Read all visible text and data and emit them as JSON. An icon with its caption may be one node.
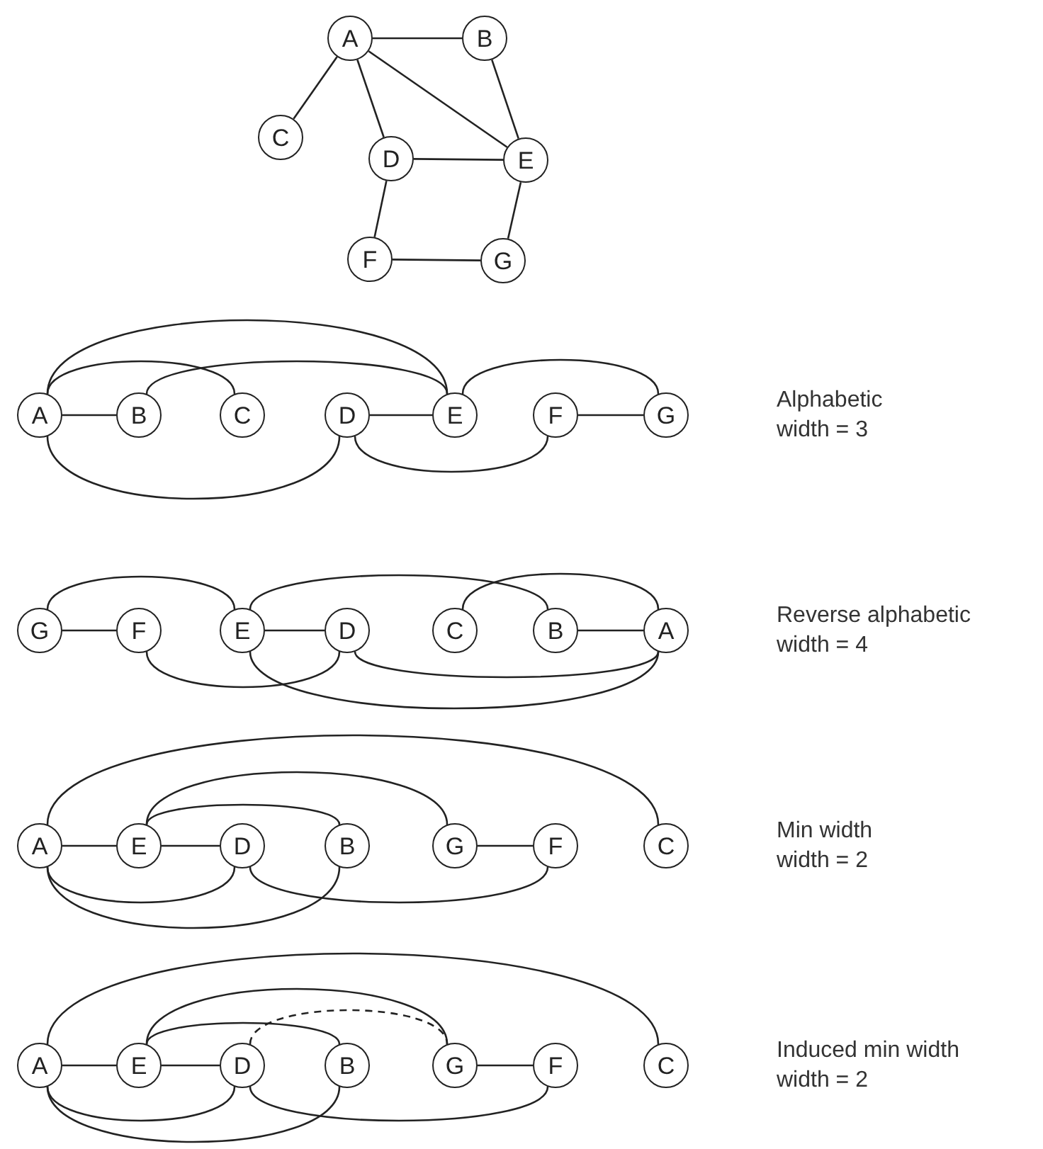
{
  "diagram": {
    "nodes": [
      {
        "text": [
          "A"
        ]
      },
      {
        "text": [
          "B"
        ]
      },
      {
        "text": [
          "C"
        ]
      },
      {
        "text": [
          "D"
        ]
      },
      {
        "text": [
          "E"
        ]
      },
      {
        "text": [
          "F"
        ]
      },
      {
        "text": [
          "G"
        ]
      },
      {
        "text": [
          "A"
        ]
      },
      {
        "text": [
          "B"
        ]
      },
      {
        "text": [
          "C"
        ]
      },
      {
        "text": [
          "D"
        ]
      },
      {
        "text": [
          "E"
        ]
      },
      {
        "text": [
          "F"
        ]
      },
      {
        "text": [
          "G"
        ]
      },
      {
        "text": [
          "G"
        ]
      },
      {
        "text": [
          "F"
        ]
      },
      {
        "text": [
          "E"
        ]
      },
      {
        "text": [
          "D"
        ]
      },
      {
        "text": [
          "C"
        ]
      },
      {
        "text": [
          "B"
        ]
      },
      {
        "text": [
          "A"
        ]
      },
      {
        "text": [
          "A"
        ]
      },
      {
        "text": [
          "E"
        ]
      },
      {
        "text": [
          "D"
        ]
      },
      {
        "text": [
          "B"
        ]
      },
      {
        "text": [
          "G"
        ]
      },
      {
        "text": [
          "F"
        ]
      },
      {
        "text": [
          "C"
        ]
      },
      {
        "text": [
          "A"
        ]
      },
      {
        "text": [
          "E"
        ]
      },
      {
        "text": [
          "D"
        ]
      },
      {
        "text": [
          "B"
        ]
      },
      {
        "text": [
          "G"
        ]
      },
      {
        "text": [
          "F"
        ]
      },
      {
        "text": [
          "C"
        ]
      }
    ],
    "edges": [
      {
        "from": 0,
        "to": 1,
        "arrow": "none"
      },
      {
        "from": 0,
        "to": 2,
        "arrow": "none"
      },
      {
        "from": 0,
        "to": 3,
        "arrow": "none"
      },
      {
        "from": 0,
        "to": 4,
        "arrow": "none"
      },
      {
        "from": 1,
        "to": 4,
        "arrow": "none"
      },
      {
        "from": 3,
        "to": 4,
        "arrow": "none"
      },
      {
        "from": 3,
        "to": 5,
        "arrow": "none"
      },
      {
        "from": 4,
        "to": 6,
        "arrow": "none"
      },
      {
        "from": 5,
        "to": 6,
        "arrow": "none"
      },
      {
        "from": 7,
        "to": 8,
        "arrow": "none"
      },
      {
        "from": 7,
        "to": 11,
        "arrow": "none"
      },
      {
        "from": 7,
        "to": 9,
        "arrow": "none"
      },
      {
        "from": 8,
        "to": 11,
        "arrow": "none"
      },
      {
        "from": 7,
        "to": 10,
        "arrow": "none"
      },
      {
        "from": 10,
        "to": 11,
        "arrow": "none"
      },
      {
        "from": 10,
        "to": 12,
        "arrow": "none"
      },
      {
        "from": 11,
        "to": 13,
        "arrow": "none"
      },
      {
        "from": 12,
        "to": 13,
        "arrow": "none"
      },
      {
        "from": 14,
        "to": 15,
        "arrow": "none"
      },
      {
        "from": 14,
        "to": 16,
        "arrow": "none"
      },
      {
        "from": 15,
        "to": 17,
        "arrow": "none"
      },
      {
        "from": 16,
        "to": 17,
        "arrow": "none"
      },
      {
        "from": 16,
        "to": 19,
        "arrow": "none"
      },
      {
        "from": 18,
        "to": 20,
        "arrow": "none"
      },
      {
        "from": 19,
        "to": 20,
        "arrow": "none"
      },
      {
        "from": 17,
        "to": 20,
        "arrow": "none"
      },
      {
        "from": 16,
        "to": 20,
        "arrow": "none"
      },
      {
        "from": 21,
        "to": 22,
        "arrow": "none"
      },
      {
        "from": 21,
        "to": 27,
        "arrow": "none"
      },
      {
        "from": 22,
        "to": 25,
        "arrow": "none"
      },
      {
        "from": 22,
        "to": 24,
        "arrow": "none"
      },
      {
        "from": 22,
        "to": 23,
        "arrow": "none"
      },
      {
        "from": 21,
        "to": 23,
        "arrow": "none"
      },
      {
        "from": 21,
        "to": 24,
        "arrow": "none"
      },
      {
        "from": 23,
        "to": 26,
        "arrow": "none"
      },
      {
        "from": 25,
        "to": 26,
        "arrow": "none"
      },
      {
        "from": 28,
        "to": 29,
        "arrow": "none"
      },
      {
        "from": 28,
        "to": 34,
        "arrow": "none"
      },
      {
        "from": 29,
        "to": 32,
        "arrow": "none"
      },
      {
        "from": 29,
        "to": 31,
        "arrow": "none"
      },
      {
        "from": 29,
        "to": 30,
        "arrow": "none"
      },
      {
        "from": 30,
        "to": 32,
        "arrow": "none",
        "style": "dashed"
      },
      {
        "from": 28,
        "to": 30,
        "arrow": "none"
      },
      {
        "from": 28,
        "to": 31,
        "arrow": "none"
      },
      {
        "from": 30,
        "to": 33,
        "arrow": "none"
      },
      {
        "from": 32,
        "to": 33,
        "arrow": "none"
      }
    ],
    "labels": [
      "Alphabetic",
      "width = 3",
      "Reverse alphabetic",
      "width = 4",
      "Min width",
      "width = 2",
      "Induced min width",
      "width = 2"
    ]
  }
}
